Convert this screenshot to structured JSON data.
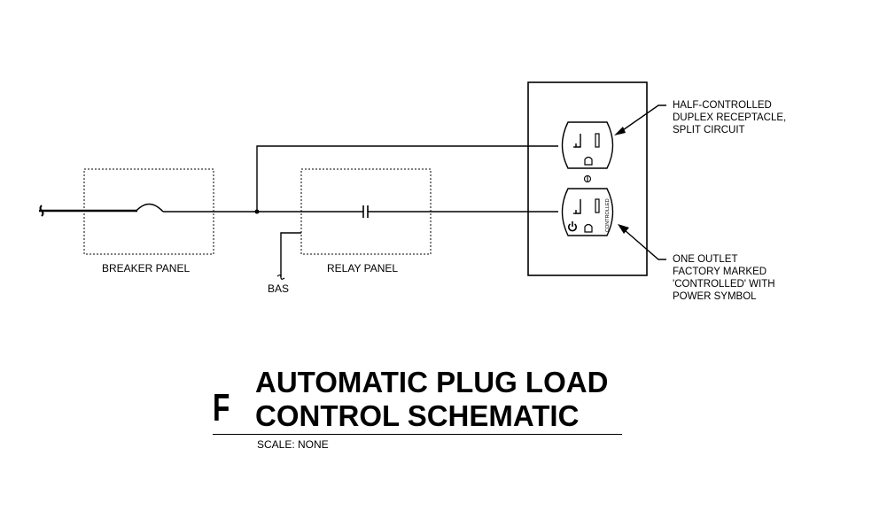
{
  "labels": {
    "breaker_panel": "BREAKER PANEL",
    "relay_panel": "RELAY PANEL",
    "bas": "BAS",
    "controlled_mark": "CONTROLLED"
  },
  "notes": {
    "receptacle": [
      "HALF-CONTROLLED",
      "DUPLEX RECEPTACLE,",
      "SPLIT CIRCUIT"
    ],
    "outlet": [
      "ONE OUTLET",
      "FACTORY MARKED",
      "'CONTROLLED' WITH",
      "POWER SYMBOL"
    ]
  },
  "title": {
    "letter": "F",
    "line1": "AUTOMATIC PLUG LOAD",
    "line2": "CONTROL SCHEMATIC",
    "scale": "SCALE: NONE"
  }
}
